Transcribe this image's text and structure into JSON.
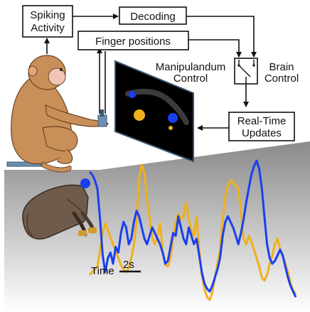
{
  "diagram": {
    "boxes": {
      "spiking": [
        "Spiking",
        "Activity"
      ],
      "decoding": "Decoding",
      "finger_positions": "Finger positions",
      "updates": [
        "Real-Time",
        "Updates"
      ]
    },
    "switch": {
      "left": [
        "Manipulandum",
        "Control"
      ],
      "right": [
        "Brain",
        "Control"
      ]
    },
    "scale": {
      "axis": "Time",
      "bar": "2s"
    },
    "colors": {
      "trace_blue": "#1a3ff0",
      "trace_gold": "#f0b01c",
      "box_stroke": "#111111",
      "screen": "#000000"
    }
  },
  "chart_data": {
    "type": "line",
    "xlabel": "Time",
    "series": [
      {
        "values": [
          0.18,
          0.2,
          0.22,
          0.24,
          0.36,
          0.48,
          0.55,
          0.5,
          0.45,
          0.4,
          0.35,
          0.3,
          0.25,
          0.22,
          0.2,
          0.23,
          0.3,
          0.4,
          0.58,
          0.86,
          0.97,
          0.91,
          0.72,
          0.6,
          0.45,
          0.4,
          0.46,
          0.55,
          0.35,
          0.25,
          0.24,
          0.3,
          0.44,
          0.56,
          0.62,
          0.58,
          0.6,
          0.7,
          0.58,
          0.5,
          0.46,
          0.6,
          0.36,
          0.18,
          0.08,
          0.02,
          0.0,
          0.05,
          0.16,
          0.26,
          0.36,
          0.58,
          0.74,
          0.82,
          0.86,
          0.84,
          0.82,
          0.8,
          0.62,
          0.44,
          0.4,
          0.46,
          0.42,
          0.36,
          0.3,
          0.24,
          0.16,
          0.14,
          0.18,
          0.26,
          0.32,
          0.4,
          0.44,
          0.36,
          0.32,
          0.26,
          0.2,
          0.12,
          0.07,
          0.04
        ]
      },
      {
        "values": [
          0.92,
          0.9,
          0.86,
          0.8,
          0.58,
          0.32,
          0.2,
          0.3,
          0.34,
          0.26,
          0.38,
          0.34,
          0.48,
          0.56,
          0.52,
          0.4,
          0.44,
          0.56,
          0.64,
          0.6,
          0.52,
          0.44,
          0.4,
          0.46,
          0.52,
          0.48,
          0.44,
          0.4,
          0.34,
          0.26,
          0.28,
          0.38,
          0.48,
          0.46,
          0.6,
          0.52,
          0.44,
          0.4,
          0.52,
          0.46,
          0.4,
          0.44,
          0.32,
          0.2,
          0.12,
          0.08,
          0.06,
          0.1,
          0.16,
          0.22,
          0.3,
          0.46,
          0.56,
          0.6,
          0.56,
          0.52,
          0.46,
          0.4,
          0.48,
          0.58,
          0.7,
          0.8,
          0.9,
          0.96,
          1.0,
          0.94,
          0.8,
          0.6,
          0.4,
          0.3,
          0.26,
          0.28,
          0.32,
          0.36,
          0.32,
          0.24,
          0.16,
          0.1,
          0.06,
          0.02
        ]
      }
    ]
  }
}
